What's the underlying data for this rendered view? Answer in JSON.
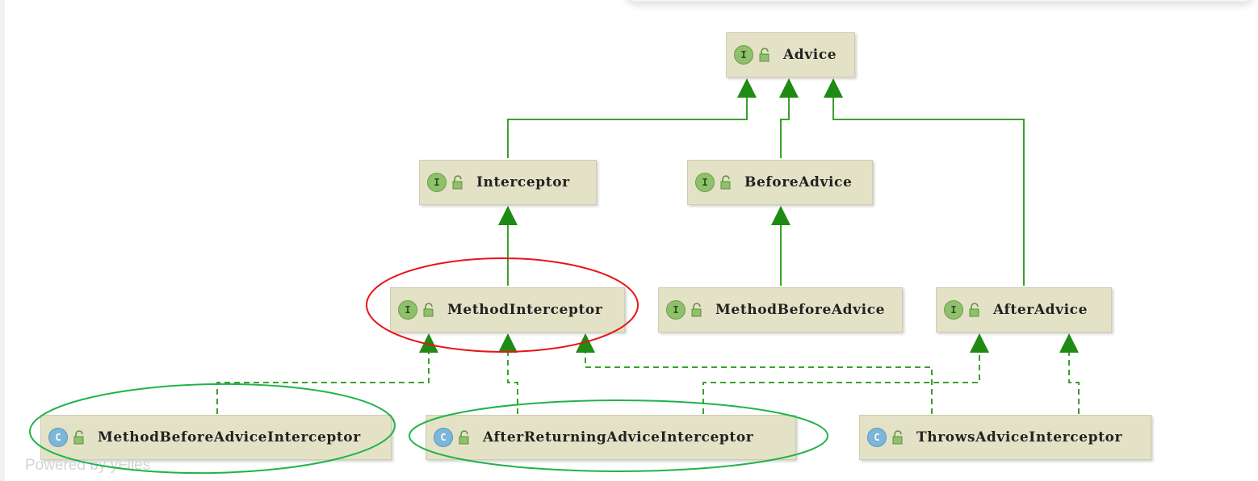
{
  "nodes": {
    "advice": {
      "badge": "I",
      "label": "Advice"
    },
    "interceptor": {
      "badge": "I",
      "label": "Interceptor"
    },
    "before_advice": {
      "badge": "I",
      "label": "BeforeAdvice"
    },
    "method_interceptor": {
      "badge": "I",
      "label": "MethodInterceptor"
    },
    "method_before_advice": {
      "badge": "I",
      "label": "MethodBeforeAdvice"
    },
    "after_advice": {
      "badge": "I",
      "label": "AfterAdvice"
    },
    "method_before_advice_interceptor": {
      "badge": "C",
      "label": "MethodBeforeAdviceInterceptor"
    },
    "after_returning_advice_interceptor": {
      "badge": "C",
      "label": "AfterReturningAdviceInterceptor"
    },
    "throws_advice_interceptor": {
      "badge": "C",
      "label": "ThrowsAdviceInterceptor"
    }
  },
  "footer": {
    "text": "Powered by yFiles"
  },
  "colors": {
    "edge": "#3aa12c",
    "arrow": "#1f8a14",
    "highlight_red": "#e8141a",
    "highlight_green": "#22b24a"
  },
  "relations": [
    {
      "from": "Interceptor",
      "to": "Advice",
      "kind": "extends"
    },
    {
      "from": "BeforeAdvice",
      "to": "Advice",
      "kind": "extends"
    },
    {
      "from": "AfterAdvice",
      "to": "Advice",
      "kind": "extends"
    },
    {
      "from": "MethodInterceptor",
      "to": "Interceptor",
      "kind": "extends"
    },
    {
      "from": "MethodBeforeAdvice",
      "to": "BeforeAdvice",
      "kind": "extends"
    },
    {
      "from": "MethodBeforeAdviceInterceptor",
      "to": "MethodInterceptor",
      "kind": "implements"
    },
    {
      "from": "AfterReturningAdviceInterceptor",
      "to": "MethodInterceptor",
      "kind": "implements"
    },
    {
      "from": "ThrowsAdviceInterceptor",
      "to": "MethodInterceptor",
      "kind": "implements"
    },
    {
      "from": "AfterReturningAdviceInterceptor",
      "to": "AfterAdvice",
      "kind": "implements"
    },
    {
      "from": "ThrowsAdviceInterceptor",
      "to": "AfterAdvice",
      "kind": "implements"
    }
  ]
}
